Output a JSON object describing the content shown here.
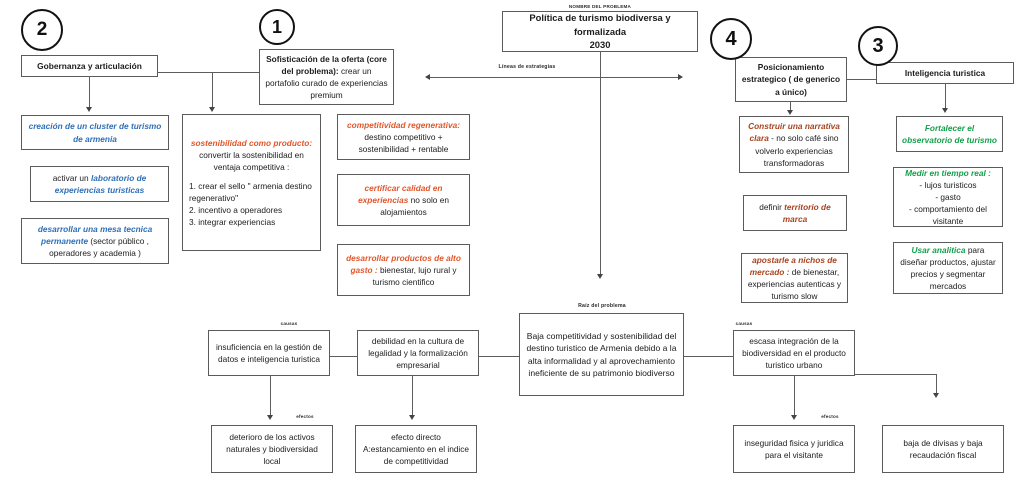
{
  "meta": {
    "title_caption": "NOMBRE DEL PROBLEMA",
    "strategies_caption": "Líneas de estrategias",
    "root_caption": "Raíz del problema",
    "causes_caption_left": "causas",
    "causes_caption_right": "causas",
    "effects_caption_left": "efectos",
    "effects_caption_right": "efectos"
  },
  "colors": {
    "blue": "#2e6fb7",
    "orange": "#e2562a",
    "brown": "#a8431d",
    "green": "#14a04a",
    "border": "#5b5b5b",
    "text": "#1c1c1c"
  },
  "title_box": {
    "line1": "Política de turismo biodiversa y formalizada",
    "line2": "2030"
  },
  "circles": [
    {
      "label": "2"
    },
    {
      "label": "1"
    },
    {
      "label": "4"
    },
    {
      "label": "3"
    }
  ],
  "pillars": {
    "governance": "Gobernanza y articulación",
    "sophistication_head": "Sofisticación de la oferta (core del problema):",
    "sophistication_rest": " crear un portafolio curado de experiencias premium",
    "positioning": "Posicionamiento estrategico ( de generico a único)",
    "intelligence": "Inteligencia turistica"
  },
  "governance_items": [
    {
      "head": "creación de un cluster de turismo de armenia",
      "rest": ""
    },
    {
      "pre": "activar un ",
      "head": "laboratorio de experiencias turisticas",
      "rest": ""
    },
    {
      "head": "desarrollar una mesa tecnica permanente",
      "rest": " (sector público , operadores y academia )"
    }
  ],
  "sustainability_box": {
    "head": "sostenibilidad como producto:",
    "rest": " convertir la sostenibilidad en ventaja competitiva :",
    "list": [
      "1. crear el sello \" armenia destino regenerativo\"",
      "2. incentivo a operadores",
      "3. integrar experiencias"
    ]
  },
  "offer_items": [
    {
      "head": "competitividad regenerativa:",
      "rest": " destino competitivo + sostenibilidad + rentable"
    },
    {
      "head": "certificar calidad en experiencias",
      "rest": " no solo en alojamientos"
    },
    {
      "head": "desarrollar productos de alto gasto :",
      "rest": " bienestar, lujo rural y turismo cientifico"
    }
  ],
  "positioning_items": [
    {
      "head": "Construir una narrativa clara",
      "rest": " - no solo café sino volverlo experiencias transformadoras"
    },
    {
      "pre": "definir ",
      "head": "territorio de marca",
      "rest": ""
    },
    {
      "head": "apostarle a nichos de mercado :",
      "rest": " de bienestar, experiencias autenticas y turismo slow"
    }
  ],
  "intelligence_items": [
    {
      "head": "Fortalecer el observatorio de turismo",
      "rest": ""
    },
    {
      "head": "Medir en tiempo real :",
      "rest": " - lujos turisticos - gasto - comportamiento del visitante",
      "lines": [
        "- lujos turisticos",
        "- gasto",
        "- comportamiento del",
        "visitante"
      ]
    },
    {
      "head": "Usar analitica",
      "rest": " para diseñar productos, ajustar precios y segmentar mercados"
    }
  ],
  "root_problem": "Baja competitividad y sostenibilidad del destino turistico de Armenia debido a la alta informalidad y al aprovechamiento ineficiente de su patrimonio biodiverso",
  "causes": [
    {
      "text": "insuficiencia en la gestión de datos e inteligencia turistica"
    },
    {
      "text": "debilidad en la cultura de legalidad y la formalización empresarial"
    },
    {
      "text": "escasa integración de la biodiversidad en el producto turistico urbano"
    }
  ],
  "effects": [
    {
      "text": "deterioro de los activos naturales y biodiversidad local"
    },
    {
      "text": "efecto directo A:estancamiento en el indice de competitividad"
    },
    {
      "text": "inseguridad fisica y juridica para el visitante"
    },
    {
      "text": "baja de divisas y baja recaudación fiscal"
    }
  ]
}
